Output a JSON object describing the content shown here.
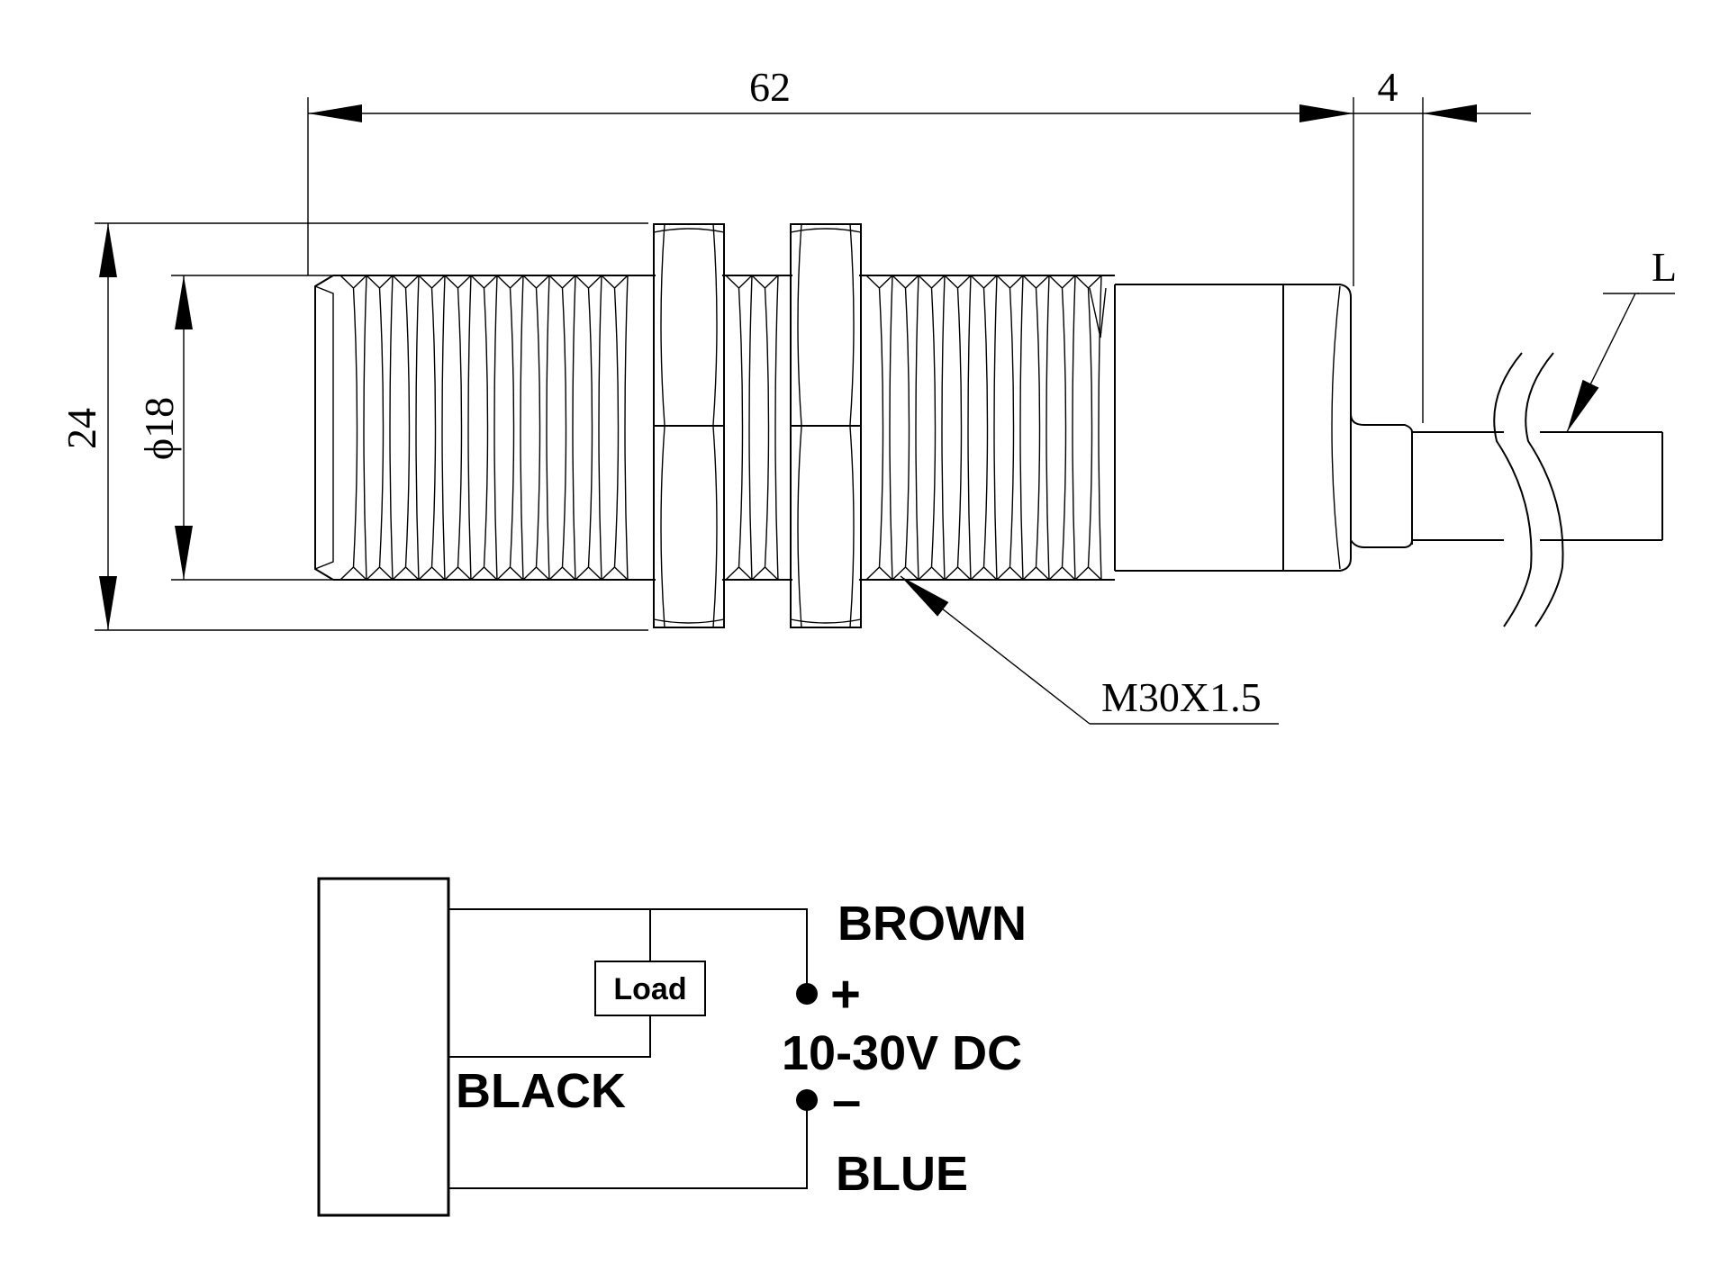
{
  "dimensions": {
    "length": "62",
    "cable_offset": "4",
    "outer_diameter": "24",
    "inner_diameter": "ϕ18",
    "thread": "M30X1.5",
    "cable_length": "L"
  },
  "wiring": {
    "wire_brown": "BROWN",
    "wire_black": "BLACK",
    "wire_blue": "BLUE",
    "load": "Load",
    "supply": "10-30V DC",
    "positive": "+",
    "negative": "–"
  }
}
